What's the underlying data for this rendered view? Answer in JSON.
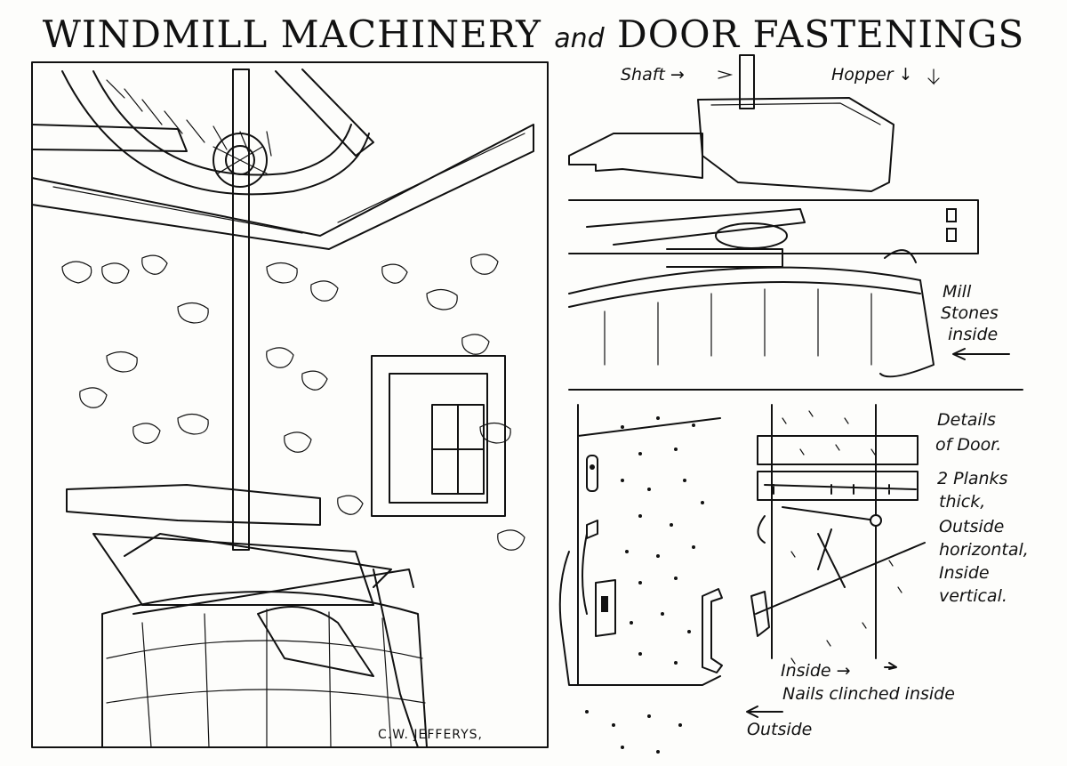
{
  "title": {
    "part1": "WINDMILL MACHINERY",
    "connector": "and",
    "part2": "DOOR FASTENINGS"
  },
  "mill_labels": {
    "shaft": "Shaft →",
    "hopper": "Hopper ↓",
    "mill_stones_line1": "Mill",
    "mill_stones_line2": "Stones",
    "mill_stones_line3": "inside"
  },
  "door_labels": {
    "details_line1": "Details",
    "details_line2": "of Door.",
    "planks_line1": "2 Planks",
    "planks_line2": "thick,",
    "planks_line3": "Outside",
    "planks_line4": "horizontal,",
    "planks_line5": "Inside",
    "planks_line6": "vertical.",
    "inside": "Inside →",
    "nails": "Nails clinched inside",
    "outside": "Outside"
  },
  "signature": "C.W. JEFFERYS,"
}
